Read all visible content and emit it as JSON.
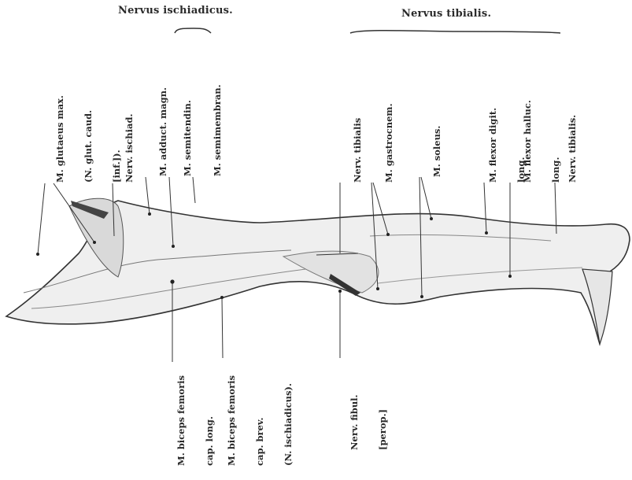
{
  "headers": {
    "left": "Nervus ischiadicus.",
    "right": "Nervus tibialis."
  },
  "labels": {
    "glutaeus_1": "M. glutaeus max.",
    "glutaeus_2": "(N. glut. caud.",
    "glutaeus_3": "[inf.]).",
    "nerv_ischiad": "Nerv. ischiad.",
    "adduct_magn": "M. adduct. magn.",
    "semitendin": "M. semitendin.",
    "semimembran": "M. semimembran.",
    "nerv_tibialis_1": "Nerv. tibialis",
    "gastrocnem": "M. gastrocnem.",
    "soleus": "M. soleus.",
    "flexor_digit_1": "M. flexor digit.",
    "flexor_digit_2": "long.",
    "flexor_halluc_1": "M. flexor halluc.",
    "flexor_halluc_2": "long.",
    "nerv_tibialis_2": "Nerv. tibialis.",
    "biceps_long_1": "M. biceps femoris",
    "biceps_long_2": "cap. long.",
    "biceps_brev_1": "M. biceps femoris",
    "biceps_brev_2": "cap. brev.",
    "biceps_brev_3": "(N. ischiadicus).",
    "nerv_fibul_1": "Nerv. fibul.",
    "nerv_fibul_2": "[perop.]"
  }
}
